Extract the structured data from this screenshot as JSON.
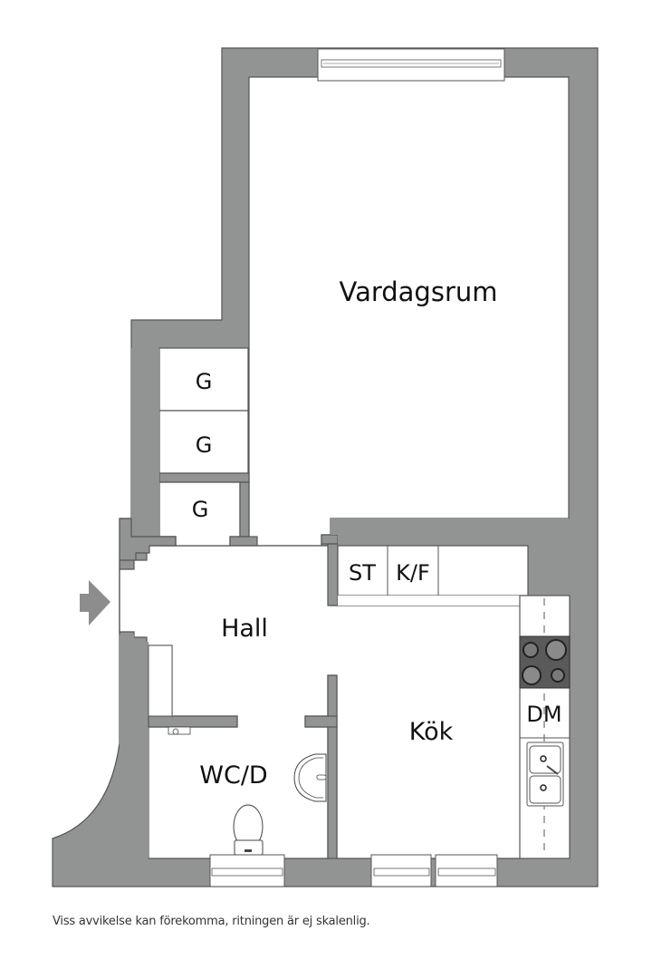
{
  "floorplan": {
    "rooms": {
      "living_room": "Vardagsrum",
      "hall": "Hall",
      "kitchen": "Kök",
      "bathroom": "WC/D",
      "closet_1": "G",
      "closet_2": "G",
      "closet_3": "G"
    },
    "fixtures": {
      "stove": "ST",
      "fridge_freezer": "K/F",
      "dishwasher": "DM"
    },
    "entrance_arrow": "entrance-arrow",
    "colors": {
      "wall": "#929393",
      "stovetop": "#5a5a5a",
      "background": "#ffffff"
    }
  },
  "footer": {
    "disclaimer": "Viss avvikelse kan förekomma, ritningen är ej skalenlig."
  }
}
